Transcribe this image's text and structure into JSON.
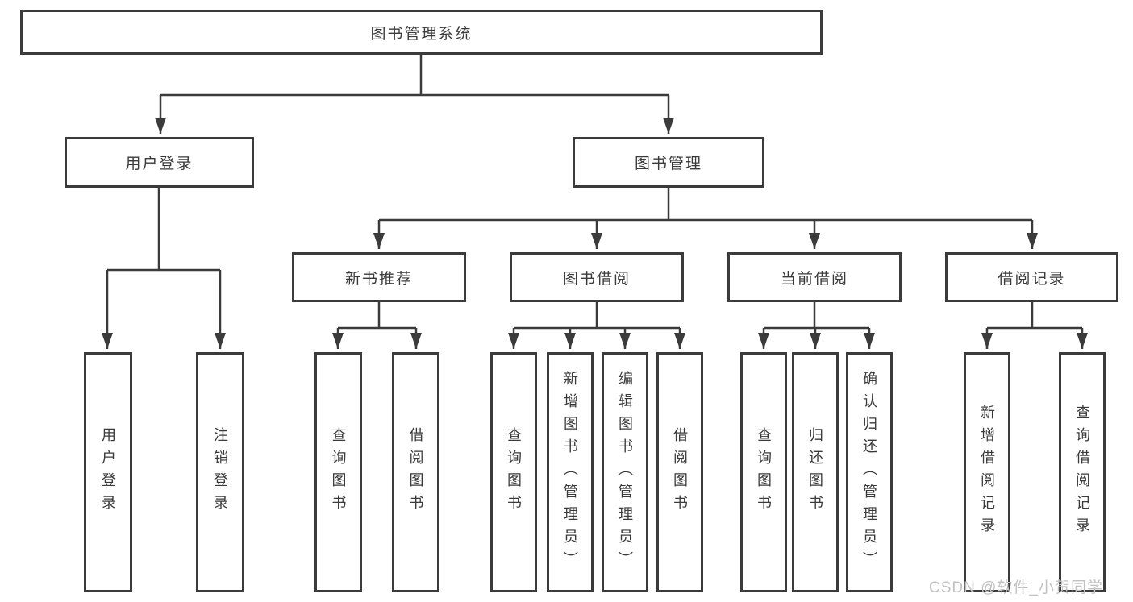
{
  "colors": {
    "line": "#3b3b3b",
    "box_border": "#3b3b3b",
    "text": "#3a3a3a",
    "background": "#ffffff",
    "watermark": "#c2c2c2"
  },
  "root": {
    "label": "图书管理系统"
  },
  "level2": {
    "user_login": {
      "label": "用户登录"
    },
    "book_management": {
      "label": "图书管理"
    }
  },
  "level3": {
    "new_book_recommend": {
      "label": "新书推荐"
    },
    "book_borrow": {
      "label": "图书借阅"
    },
    "current_borrow": {
      "label": "当前借阅"
    },
    "borrow_records": {
      "label": "借阅记录"
    }
  },
  "leaves": {
    "user_login_group": [
      "用户登录",
      "注销登录"
    ],
    "new_book_group": [
      "查询图书",
      "借阅图书"
    ],
    "book_borrow_group": [
      "查询图书",
      "新增图书（管理员）",
      "编辑图书（管理员）",
      "借阅图书"
    ],
    "current_borrow_group": [
      "查询图书",
      "归还图书",
      "确认归还（管理员）"
    ],
    "borrow_records_group": [
      "新增借阅记录",
      "查询借阅记录"
    ]
  },
  "watermark": "CSDN @软件_小贺同学"
}
